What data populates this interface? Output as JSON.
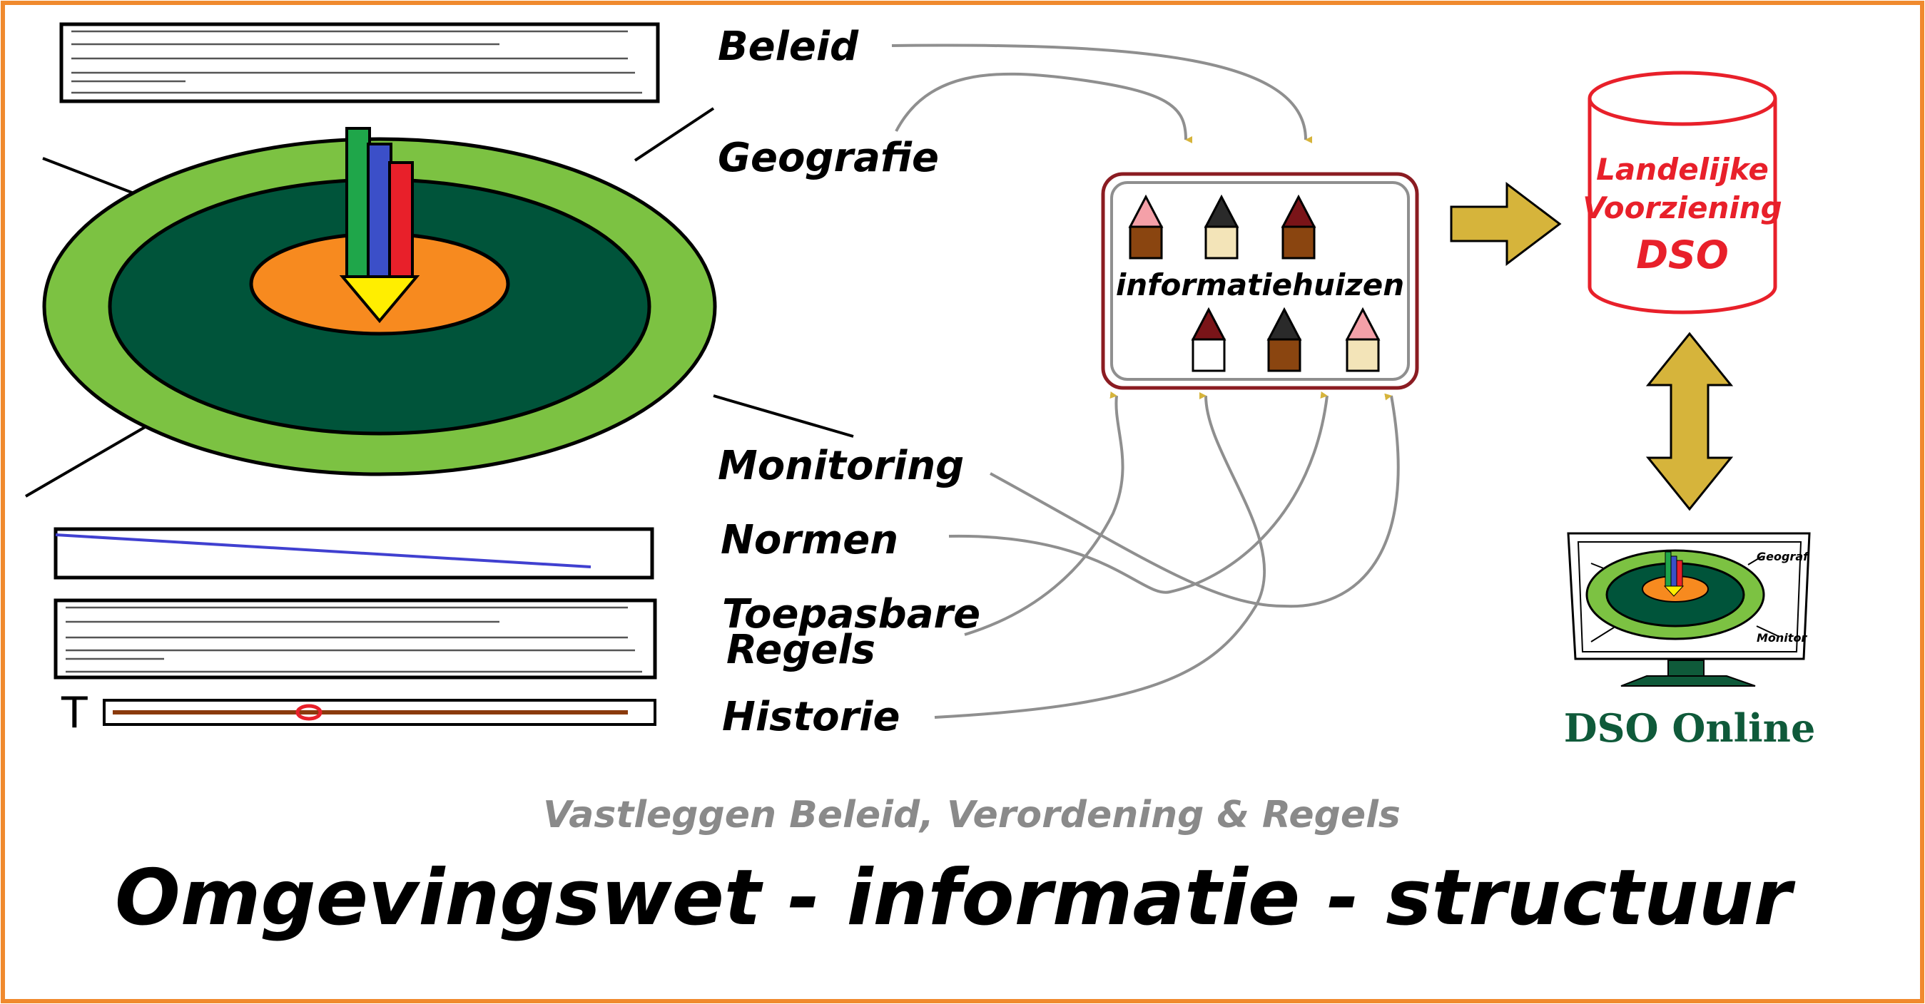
{
  "labels": {
    "beleid": "Beleid",
    "geografie": "Geografie",
    "monitoring": "Monitoring",
    "normen": "Normen",
    "toepasbare_line1": "Toepasbare",
    "toepasbare_line2": "Regels",
    "historie": "Historie"
  },
  "hub": {
    "label": "informatiehuizen"
  },
  "repository": {
    "line1": "Landelijke",
    "line2": "Voorziening",
    "line3": "DSO"
  },
  "monitor": {
    "caption": "DSO Online",
    "mini_label_top": "Geograf",
    "mini_label_bottom": "Monitor"
  },
  "time_marker": "T",
  "subtitle": "Vastleggen Beleid, Verordening & Regels",
  "title": "Omgevingswet - informatie - structuur",
  "colors": {
    "frame": "#f08a2e",
    "ellipse_outer": "#7cc242",
    "ellipse_mid": "#00543a",
    "ellipse_inner": "#f78a1f",
    "arrow_fill": "#d6b43b",
    "hub_border": "#8b1c22",
    "repository_red": "#e8202a",
    "monitor_caption": "#0f5a3a",
    "subtitle_grey": "#8a8a8a",
    "curve_grey": "#8f8f8f",
    "timeline_brown": "#8a3a0c",
    "line_blue": "#4040d0"
  }
}
